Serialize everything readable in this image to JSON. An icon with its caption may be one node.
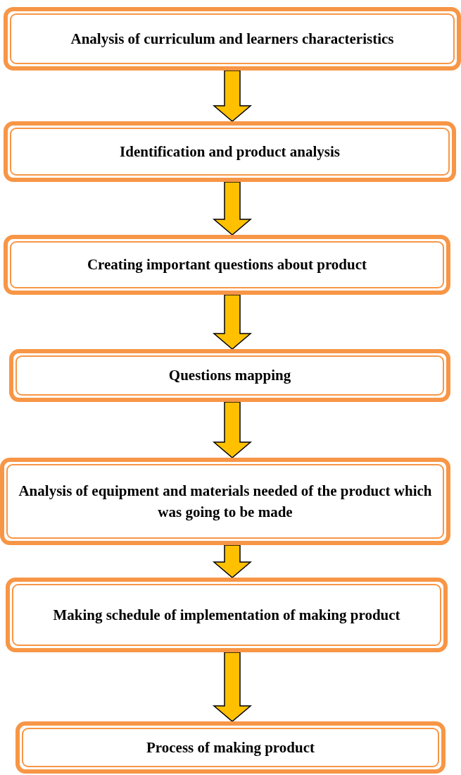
{
  "diagram": {
    "nodes": [
      {
        "text": [
          "Analysis of curriculum and learners characteristics"
        ]
      },
      {
        "text": [
          "Identification and product analysis"
        ]
      },
      {
        "text": [
          "Creating important questions about product"
        ]
      },
      {
        "text": [
          "Questions mapping"
        ]
      },
      {
        "text": [
          "Analysis of equipment and materials needed of the product which was going to be made"
        ]
      },
      {
        "text": [
          "Making schedule of implementation of making product"
        ]
      },
      {
        "text": [
          "Process of making product"
        ]
      }
    ],
    "edges": [
      {
        "from": 0,
        "to": 1,
        "arrow": "to"
      },
      {
        "from": 1,
        "to": 2,
        "arrow": "to"
      },
      {
        "from": 2,
        "to": 3,
        "arrow": "to"
      },
      {
        "from": 3,
        "to": 4,
        "arrow": "to"
      },
      {
        "from": 4,
        "to": 5,
        "arrow": "to"
      },
      {
        "from": 5,
        "to": 6,
        "arrow": "to"
      }
    ]
  }
}
